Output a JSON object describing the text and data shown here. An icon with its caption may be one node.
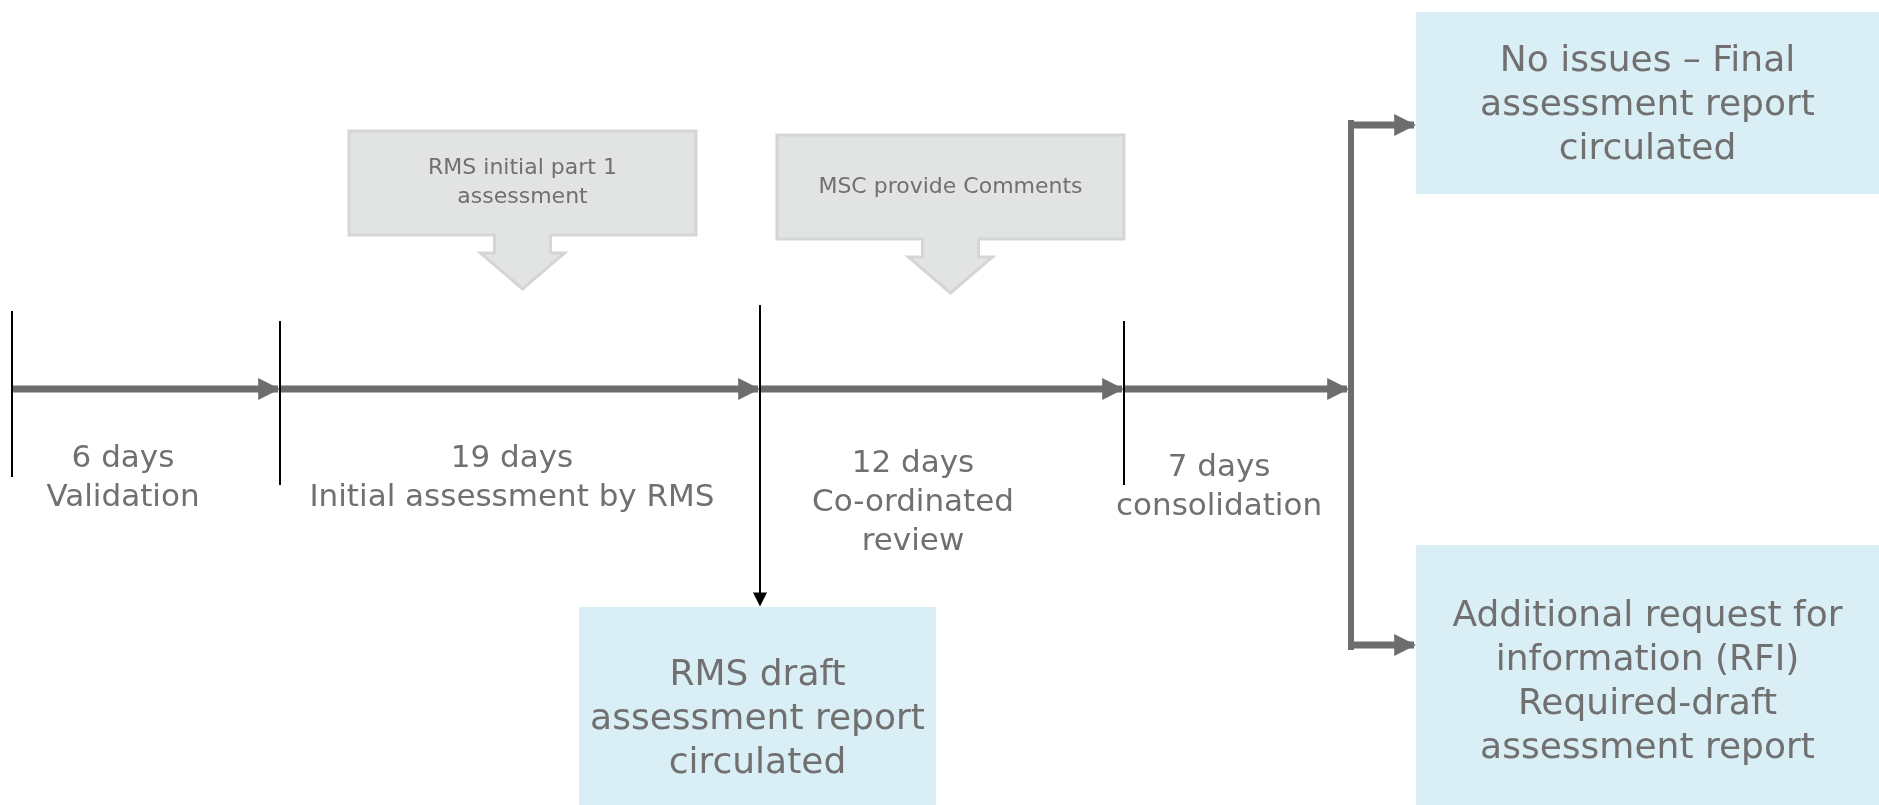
{
  "diagram": {
    "nodes": [
      {
        "text": [],
        "shape": "bar"
      },
      {
        "text": [],
        "shape": "bar"
      },
      {
        "text": [],
        "shape": "bar"
      },
      {
        "text": [],
        "shape": "bar"
      },
      {
        "text": [],
        "shape": "bar"
      },
      {
        "text": [
          "RMS initial part 1 assessment"
        ]
      },
      {
        "text": [
          "MSC provide Comments"
        ]
      },
      {
        "text": [
          "RMS draft assessment report circulated"
        ]
      },
      {
        "text": [
          "No issues – Final assessment report circulated"
        ]
      },
      {
        "text": [
          "Additional request for information (RFI) Required-draft assessment report"
        ]
      }
    ],
    "edges": [
      {
        "from": 0,
        "to": 1,
        "arrow": "to",
        "label": "6 days Validation"
      },
      {
        "from": 1,
        "to": 2,
        "arrow": "to",
        "label": "19 days Initial assessment by RMS"
      },
      {
        "from": 2,
        "to": 3,
        "arrow": "to",
        "label": "12 days Co-ordinated review"
      },
      {
        "from": 3,
        "to": 4,
        "arrow": "to",
        "label": "7 days consolidation"
      },
      {
        "from": 4,
        "to": 8,
        "arrow": "to"
      },
      {
        "from": 4,
        "to": 9,
        "arrow": "to"
      },
      {
        "from": 2,
        "to": 7,
        "arrow": "to",
        "color": "#000000"
      }
    ]
  }
}
